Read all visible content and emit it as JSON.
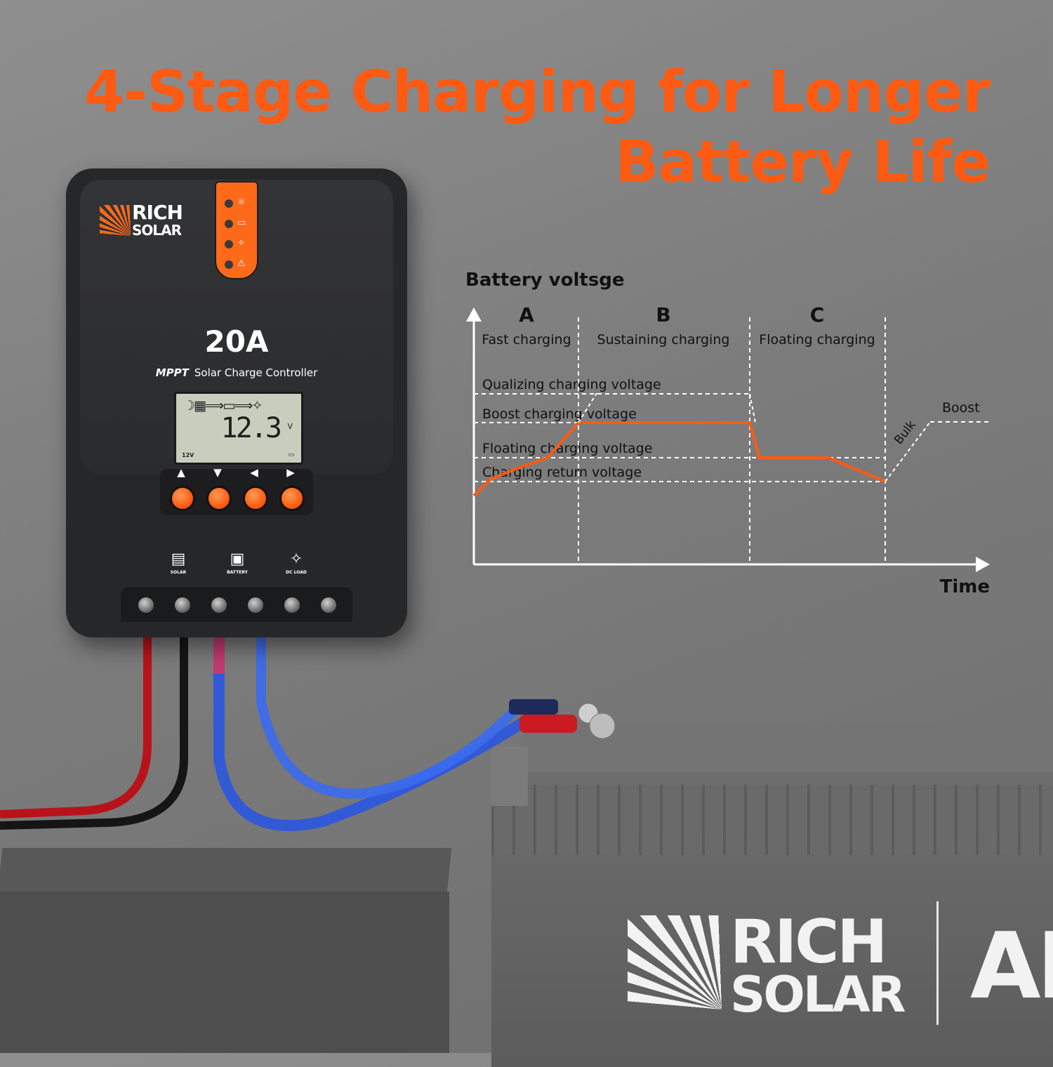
{
  "headline": {
    "line1": "4-Stage Charging for Longer",
    "line2": "Battery Life",
    "color": "#ff5a12"
  },
  "controller": {
    "brand_line1": "RICH",
    "brand_line2": "SOLAR",
    "rating": "20A",
    "type_label": "MPPT",
    "product_label": "Solar Charge Controller",
    "lcd_reading": "12.3",
    "lcd_unit": "V",
    "lcd_system": "12V",
    "accent_color": "#ff6a1a",
    "status_icons": [
      "solar-panel-icon",
      "battery-icon",
      "lightbulb-icon",
      "warning-icon"
    ],
    "buttons": [
      {
        "symbol": "▲",
        "name": "up"
      },
      {
        "symbol": "▼",
        "name": "down"
      },
      {
        "symbol": "◀",
        "name": "left"
      },
      {
        "symbol": "▶",
        "name": "right"
      }
    ],
    "terminals": [
      {
        "label": "SOLAR",
        "icon": "solar-panel-icon"
      },
      {
        "label": "BATTERY",
        "icon": "battery-icon"
      },
      {
        "label": "DC LOAD",
        "icon": "lightbulb-icon"
      }
    ]
  },
  "diagram": {
    "y_axis_label": "Battery voltsge",
    "x_axis_label": "Time",
    "stages": [
      {
        "letter": "A",
        "name": "Fast charging"
      },
      {
        "letter": "B",
        "name": "Sustaining charging"
      },
      {
        "letter": "C",
        "name": "Floating charging"
      }
    ],
    "voltage_levels": [
      "Qualizing charging voltage",
      "Boost charging voltage",
      "Floating charging voltage",
      "Charging return voltage"
    ],
    "after_labels": {
      "bulk": "Bulk",
      "boost": "Boost"
    },
    "curve_color": "#ff5a12"
  },
  "battery_brand": {
    "line1": "RICH",
    "line2": "SOLAR",
    "cut_text": "AL"
  }
}
